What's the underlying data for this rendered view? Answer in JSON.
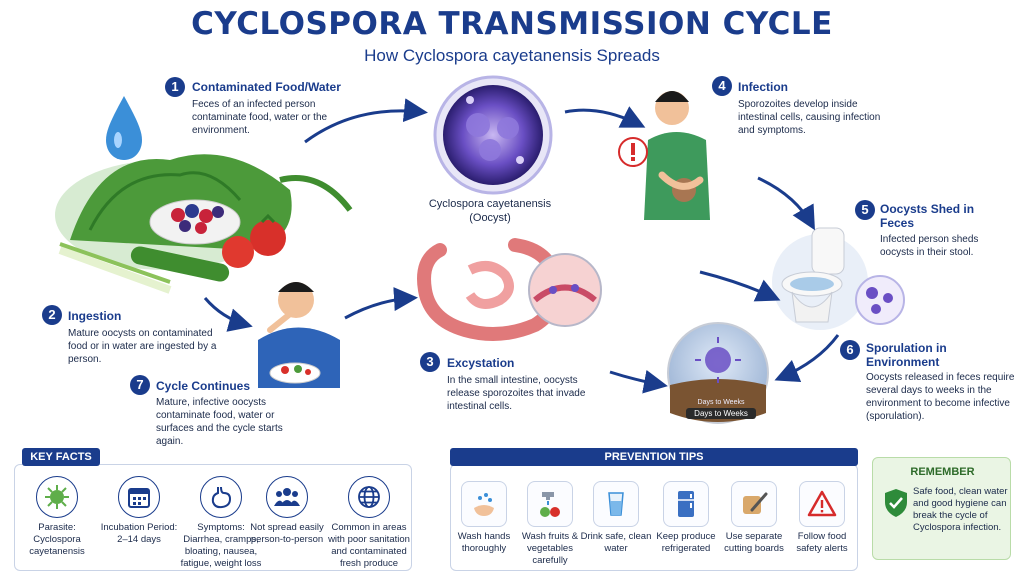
{
  "title": "CYCLOSPORA TRANSMISSION CYCLE",
  "subtitle": "How Cyclospora cayetanensis Spreads",
  "steps": [
    {
      "num": "1",
      "title": "Contaminated Food/Water",
      "desc": "Feces of an infected person contaminate food, water or the environment."
    },
    {
      "num": "2",
      "title": "Ingestion",
      "desc": "Mature oocysts on contaminated food or in water are ingested by a person."
    },
    {
      "num": "3",
      "title": "Excystation",
      "desc": "In the small intestine, oocysts release sporozoites that invade intestinal cells."
    },
    {
      "num": "4",
      "title": "Infection",
      "desc": "Sporozoites develop inside intestinal cells, causing infection and symptoms."
    },
    {
      "num": "5",
      "title": "Oocysts Shed in Feces",
      "desc": "Infected person sheds oocysts in their stool."
    },
    {
      "num": "6",
      "title": "Sporulation in Environment",
      "desc": "Oocysts released in feces require several days to weeks in the environment to become infective (sporulation)."
    },
    {
      "num": "7",
      "title": "Cycle Continues",
      "desc": "Mature, infective oocysts contaminate food, water or surfaces and the cycle starts again."
    }
  ],
  "oocyst": {
    "name": "Cyclospora cayetanensis",
    "note": "(Oocyst)"
  },
  "sporulation_badge": {
    "top": "Days to Weeks",
    "bottom": "Days to Weeks"
  },
  "key_facts": {
    "heading": "KEY FACTS",
    "items": [
      {
        "icon": "parasite-icon",
        "label": "Parasite: Cyclospora cayetanensis"
      },
      {
        "icon": "calendar-icon",
        "label": "Incubation Period: 2–14 days"
      },
      {
        "icon": "stomach-icon",
        "label": "Symptoms: Diarrhea, cramps, bloating, nausea, fatigue, weight loss"
      },
      {
        "icon": "people-icon",
        "label": "Not spread easily person-to-person"
      },
      {
        "icon": "globe-icon",
        "label": "Common in areas with poor sanitation and contaminated fresh produce"
      }
    ]
  },
  "prevention": {
    "heading": "PREVENTION TIPS",
    "items": [
      {
        "icon": "handwash-icon",
        "label": "Wash hands thoroughly"
      },
      {
        "icon": "faucet-produce-icon",
        "label": "Wash fruits & vegetables carefully"
      },
      {
        "icon": "water-glass-icon",
        "label": "Drink safe, clean water"
      },
      {
        "icon": "refrigerator-icon",
        "label": "Keep produce refrigerated"
      },
      {
        "icon": "cutting-board-icon",
        "label": "Use separate cutting boards"
      },
      {
        "icon": "warning-icon",
        "label": "Follow food safety alerts"
      }
    ]
  },
  "remember": {
    "heading": "REMEMBER",
    "text": "Safe food, clean water and good hygiene can break the cycle of Cyclospora infection."
  },
  "colors": {
    "primary": "#1a3c8c",
    "accent_red": "#d62b2b",
    "remember_bg": "#eaf5e4",
    "remember_green": "#2e8b3a"
  }
}
